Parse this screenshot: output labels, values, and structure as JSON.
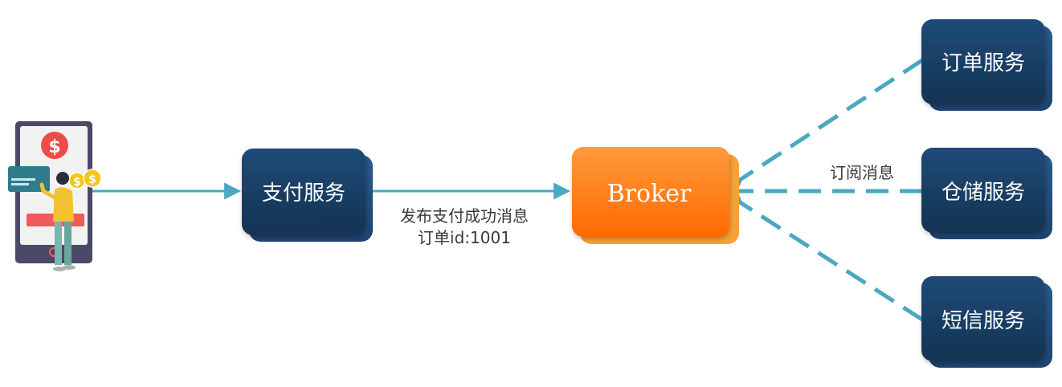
{
  "nodes": {
    "payment": "支付服务",
    "broker": "Broker",
    "order": "订单服务",
    "storage": "仓储服务",
    "sms": "短信服务"
  },
  "labels": {
    "publish_line1": "发布支付成功消息",
    "publish_line2": "订单id:1001",
    "subscribe": "订阅消息"
  },
  "colors": {
    "service_box": "#1a3f66",
    "broker_box": "#ff7a1a",
    "arrow": "#4aa8c0"
  }
}
